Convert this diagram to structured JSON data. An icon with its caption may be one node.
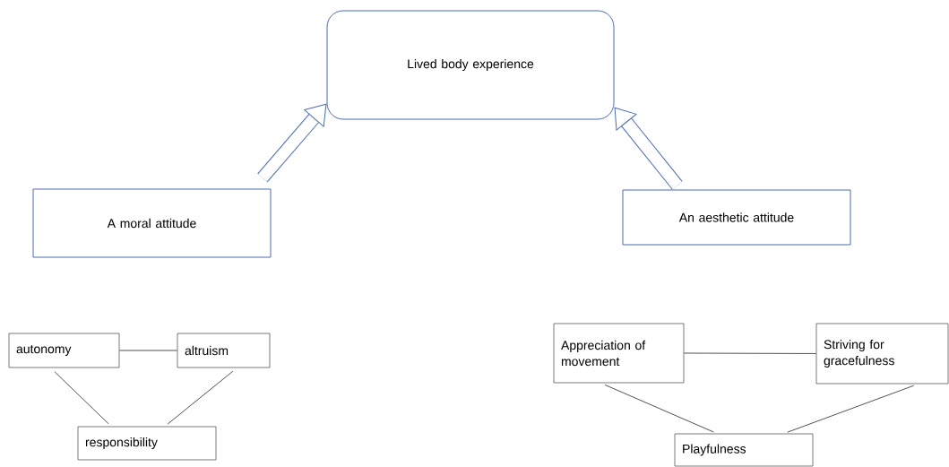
{
  "diagram": {
    "nodes": [
      {
        "text": [
          "Lived body experience"
        ]
      },
      {
        "text": [
          "A moral attitude"
        ]
      },
      {
        "text": [
          "An aesthetic attitude"
        ]
      },
      {
        "text": [
          "autonomy"
        ]
      },
      {
        "text": [
          "altruism"
        ]
      },
      {
        "text": [
          "responsibility"
        ]
      },
      {
        "text": [
          "Appreciation of movement"
        ]
      },
      {
        "text": [
          "Striving for gracefulness"
        ]
      },
      {
        "text": [
          "Playfulness"
        ]
      }
    ],
    "edges": [
      {
        "from": 1,
        "to": 0,
        "arrow": "to",
        "style": "thick",
        "color": "#4a6cb3"
      },
      {
        "from": 2,
        "to": 0,
        "arrow": "to",
        "style": "thick",
        "color": "#4a6cb3"
      },
      {
        "from": 3,
        "to": 4,
        "arrow": "none"
      },
      {
        "from": 3,
        "to": 5,
        "arrow": "none"
      },
      {
        "from": 4,
        "to": 5,
        "arrow": "none"
      },
      {
        "from": 6,
        "to": 7,
        "arrow": "none"
      },
      {
        "from": 6,
        "to": 8,
        "arrow": "none"
      },
      {
        "from": 7,
        "to": 8,
        "arrow": "none"
      }
    ]
  }
}
